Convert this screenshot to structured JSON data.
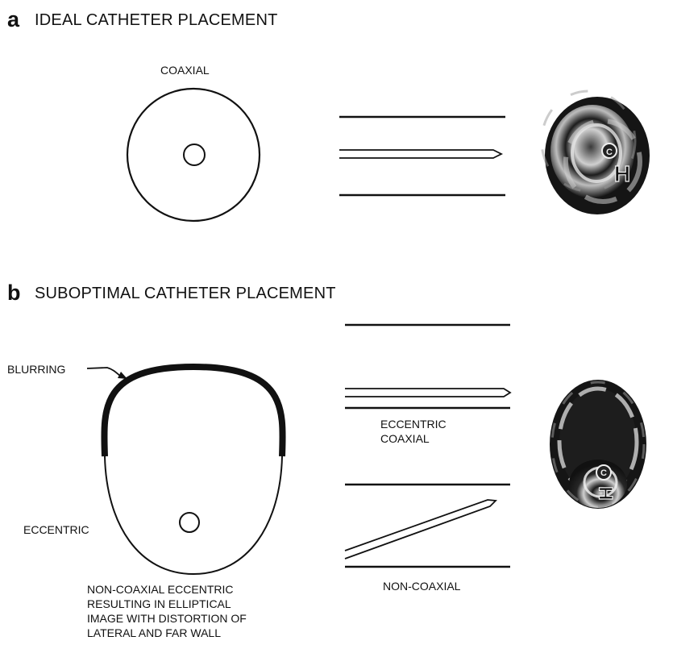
{
  "panel_a": {
    "letter": "a",
    "title": "IDEAL CATHETER PLACEMENT",
    "label_coaxial": "COAXIAL",
    "ivus_letters": {
      "catheter": "C",
      "h": "H"
    }
  },
  "panel_b": {
    "letter": "b",
    "title": "SUBOPTIMAL CATHETER PLACEMENT",
    "label_blurring": "BLURRING",
    "label_eccentric": "ECCENTRIC",
    "label_eccentric_coaxial": [
      "ECCENTRIC",
      "COAXIAL"
    ],
    "label_non_coaxial": "NON-COAXIAL",
    "caption_lines": [
      "NON-COAXIAL  ECCENTRIC",
      "RESULTING IN ELLIPTICAL",
      "IMAGE WITH DISTORTION OF",
      "LATERAL AND FAR WALL"
    ],
    "ivus_letters": {
      "catheter": "C",
      "h": "H"
    }
  },
  "colors": {
    "ink": "#111111",
    "background": "#ffffff",
    "ultrasound_dark": "#1a1a1a",
    "ultrasound_light": "#d8d8d8"
  }
}
